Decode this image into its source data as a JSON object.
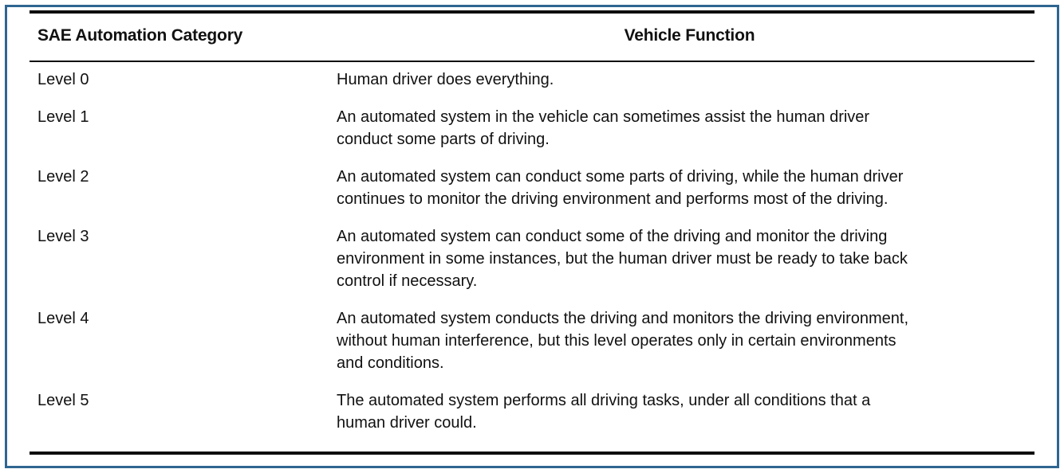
{
  "table": {
    "headers": {
      "category": "SAE Automation Category",
      "function": "Vehicle Function"
    },
    "rows": [
      {
        "level": "Level 0",
        "lines": [
          "Human driver does everything."
        ]
      },
      {
        "level": "Level 1",
        "lines": [
          "An automated system in the vehicle can sometimes assist the human driver",
          "conduct some parts of driving."
        ]
      },
      {
        "level": "Level 2",
        "lines": [
          "An automated system can conduct some parts of driving, while the human driver",
          "continues to monitor the driving environment and performs most of the driving."
        ]
      },
      {
        "level": "Level 3",
        "lines": [
          "An automated system can conduct some of the driving and monitor the driving",
          "environment in some instances, but the human driver must be ready to take back",
          "control if necessary."
        ]
      },
      {
        "level": "Level 4",
        "lines": [
          "An automated system conducts the driving and monitors the driving environment,",
          "without human interference, but this level operates only in certain environments",
          "and conditions."
        ]
      },
      {
        "level": "Level 5",
        "lines": [
          "The automated system performs all driving tasks, under all conditions that a",
          "human driver could."
        ]
      }
    ]
  },
  "colors": {
    "frame": "#2f6591",
    "rule": "#0d0d0d",
    "text": "#111111",
    "background": "#ffffff"
  }
}
